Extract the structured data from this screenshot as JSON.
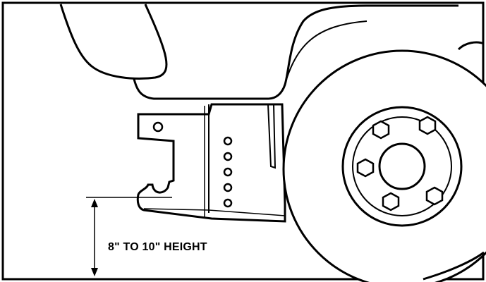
{
  "diagram": {
    "height_label": "8\" TO 10\" HEIGHT",
    "colors": {
      "line": "#000000",
      "background": "#ffffff"
    },
    "icons": [
      "fender-shape",
      "mounting-bracket",
      "brake-rotor",
      "lug-nut",
      "height-arrow"
    ]
  }
}
